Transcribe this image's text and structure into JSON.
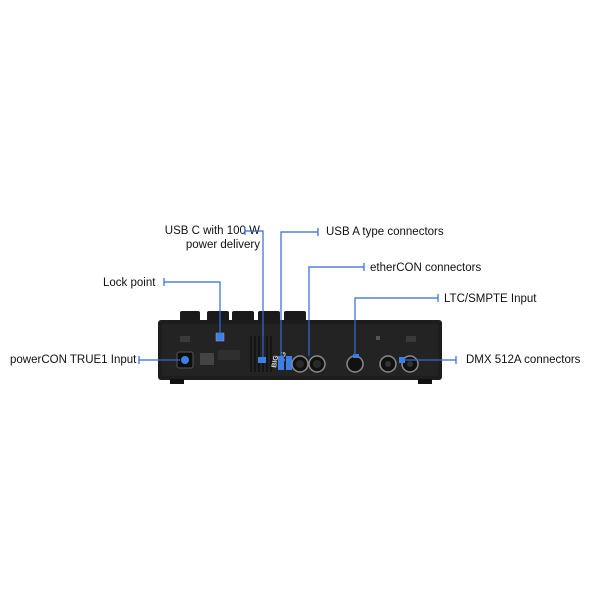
{
  "callouts": {
    "usb_c": "USB C with 100 W",
    "usb_c_line2": "power delivery",
    "usb_a": "USB A type connectors",
    "ethercon": "etherCON connectors",
    "ltc": "LTC/SMPTE Input",
    "lock": "Lock point",
    "powercon": "powerCON TRUE1 Input",
    "dmx": "DMX 512A connectors"
  },
  "device": {
    "brand_line1": "BIG",
    "brand_line2": "HOG"
  },
  "colors": {
    "leader": "#2f6bd8",
    "panel": "#1c1c1c",
    "body": "#2a2a2a"
  }
}
